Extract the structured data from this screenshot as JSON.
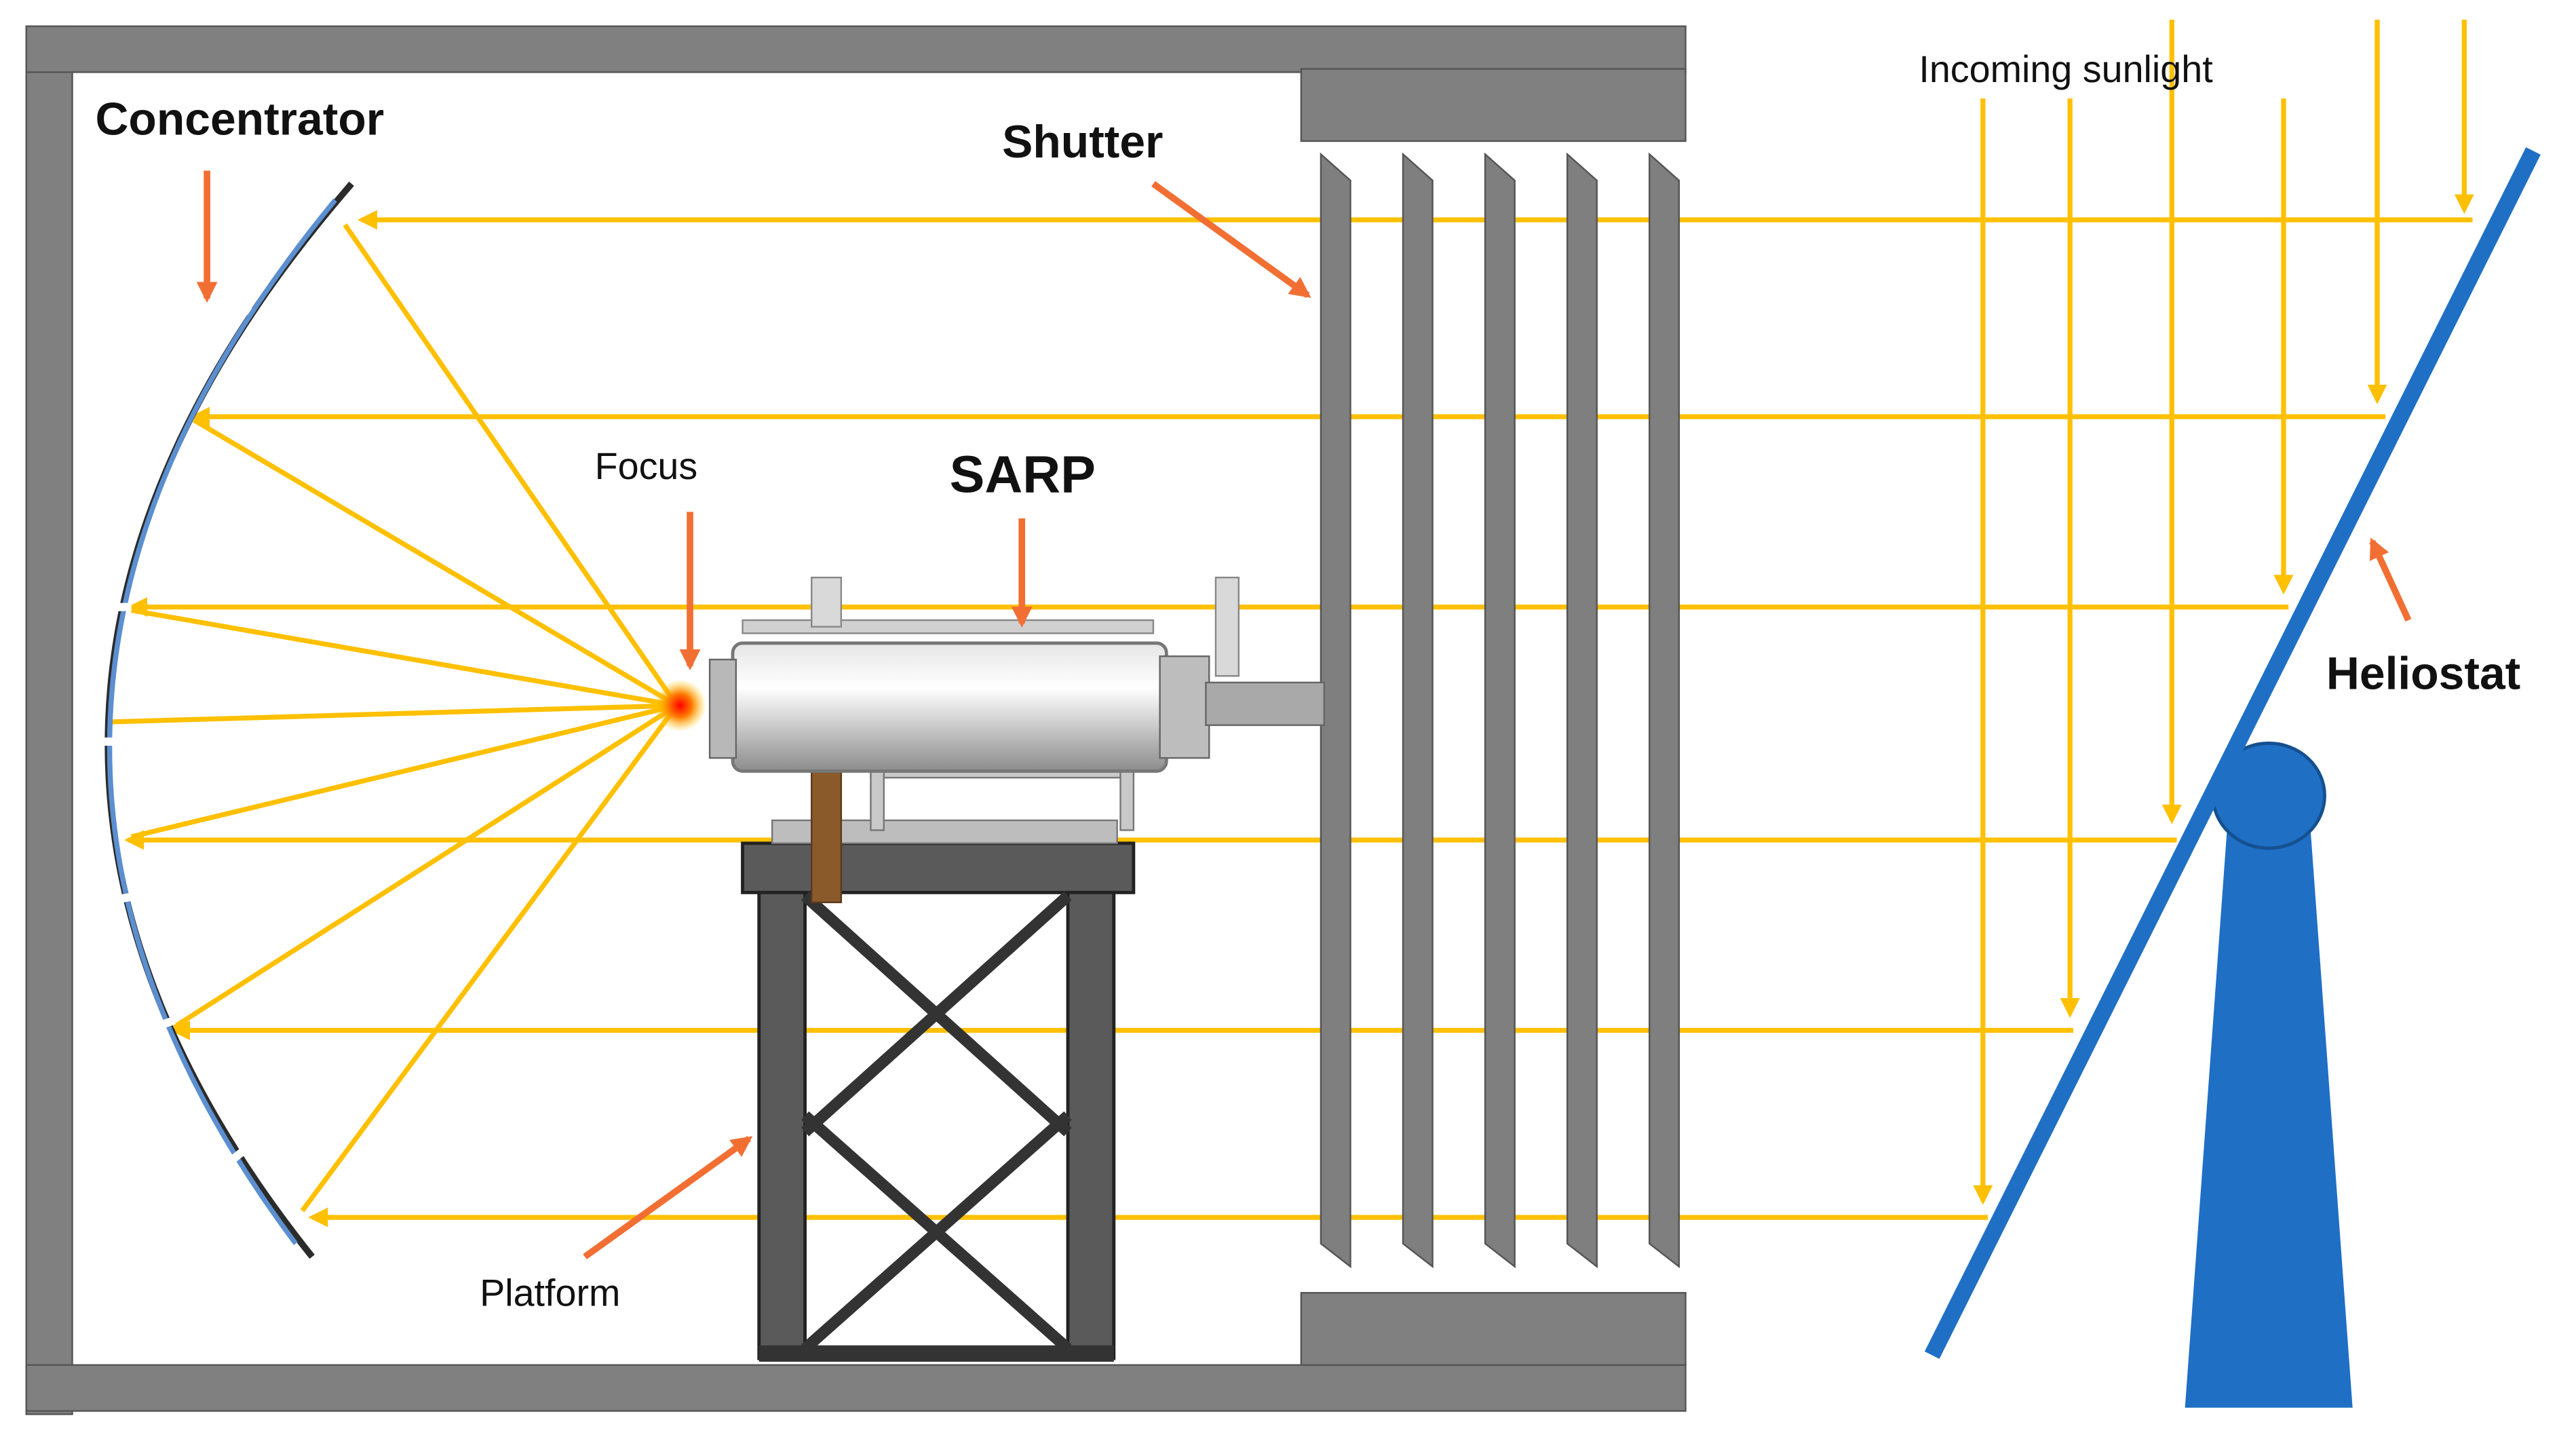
{
  "labels": {
    "concentrator": "Concentrator",
    "shutter": "Shutter",
    "incoming_sunlight": "Incoming sunlight",
    "focus": "Focus",
    "sarp": "SARP",
    "heliostat": "Heliostat",
    "platform": "Platform"
  },
  "colors": {
    "ray": "#ffc000",
    "pointer": "#f26f33",
    "wall": "#7f7f7f",
    "heliostat": "#1f6fc5",
    "concentrator_dark": "#2b2b2b",
    "concentrator_blue": "#5b8fd0"
  }
}
